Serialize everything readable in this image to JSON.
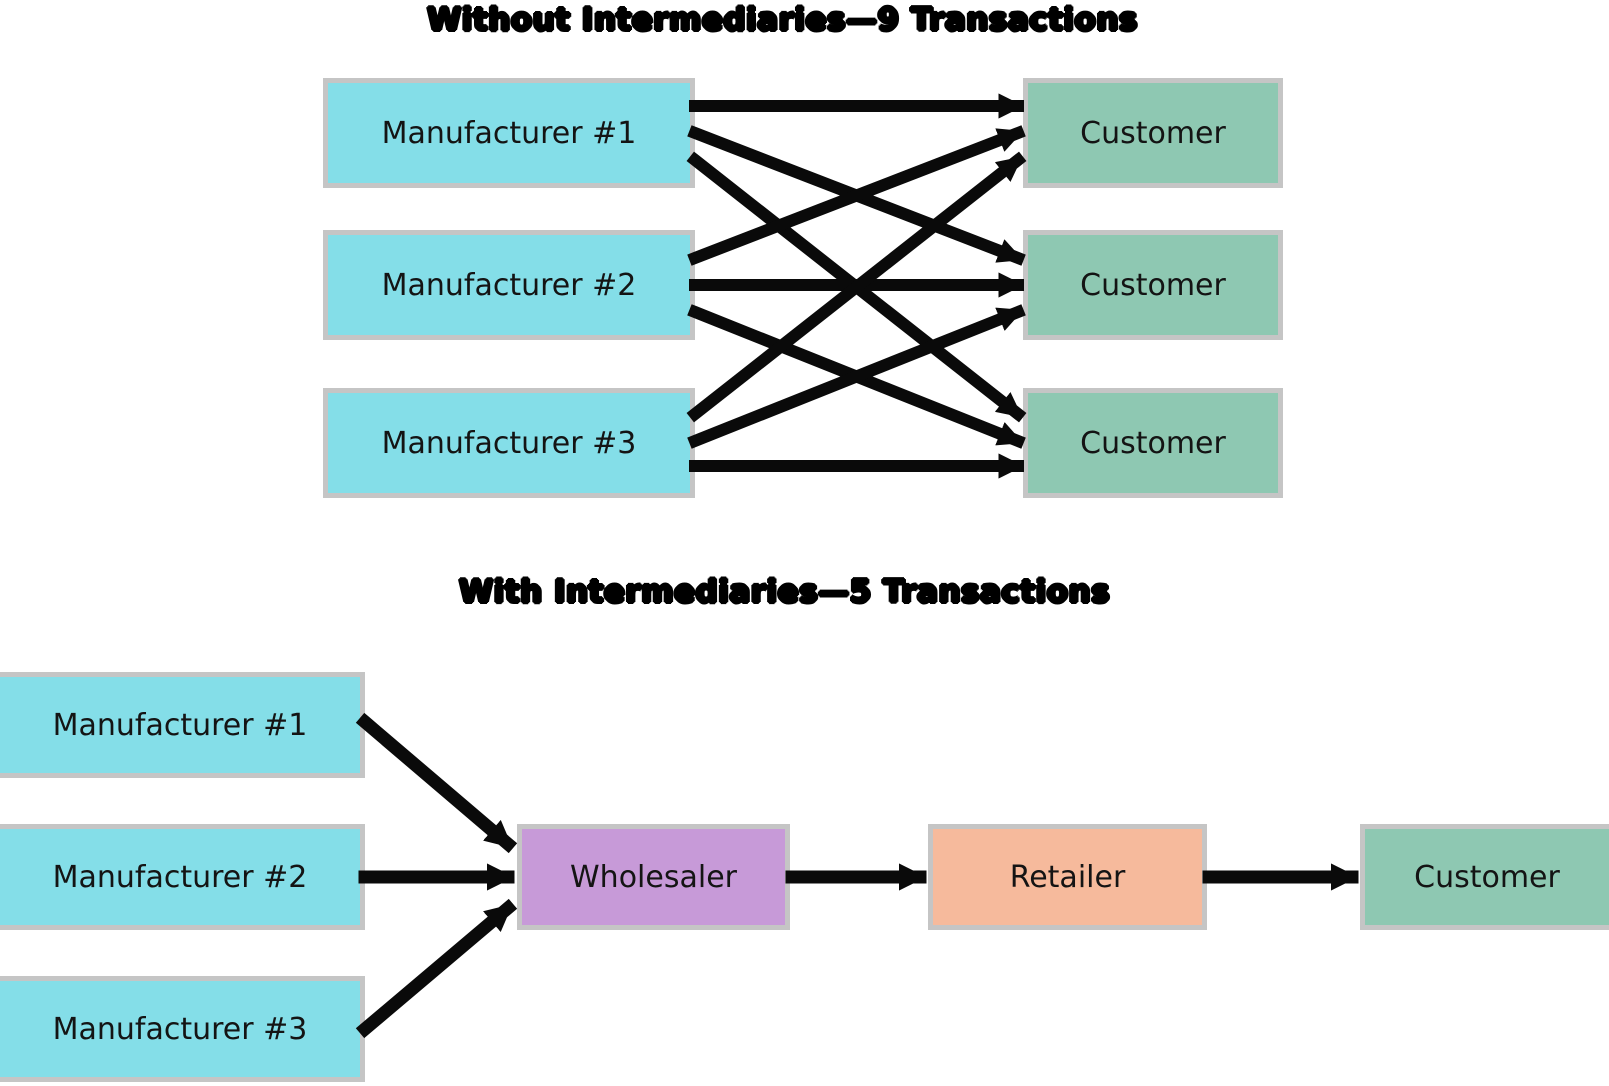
{
  "colors": {
    "manufacturer": "#84DEE8",
    "customer": "#8EC8B2",
    "wholesaler": "#C79AD8",
    "retailer": "#F6BA9C",
    "box_border": "#C5C5C5",
    "arrow": "#0A0A0A"
  },
  "top": {
    "title": "Without Intermediaries—9 Transactions",
    "manufacturers": [
      {
        "label": "Manufacturer #1"
      },
      {
        "label": "Manufacturer #2"
      },
      {
        "label": "Manufacturer #3"
      }
    ],
    "customers": [
      {
        "label": "Customer"
      },
      {
        "label": "Customer"
      },
      {
        "label": "Customer"
      }
    ]
  },
  "bottom": {
    "title": "With Intermediaries—5 Transactions",
    "manufacturers": [
      {
        "label": "Manufacturer #1"
      },
      {
        "label": "Manufacturer #2"
      },
      {
        "label": "Manufacturer #3"
      }
    ],
    "wholesaler": {
      "label": "Wholesaler"
    },
    "retailer": {
      "label": "Retailer"
    },
    "customer": {
      "label": "Customer"
    }
  }
}
